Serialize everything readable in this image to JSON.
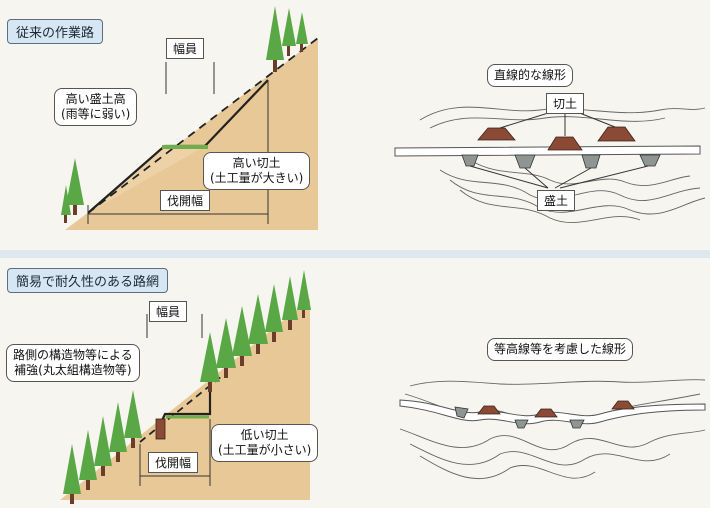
{
  "top": {
    "title": "従来の作業路",
    "width_label": "幅員",
    "fill_note_line1": "高い盛土高",
    "fill_note_line2": "(雨等に弱い)",
    "cut_note_line1": "高い切土",
    "cut_note_line2": "(土工量が大きい)",
    "clearing_label": "伐開幅",
    "plan_title": "直線的な線形",
    "cut_label": "切土",
    "fill_label": "盛土"
  },
  "bottom": {
    "title": "簡易で耐久性のある路網",
    "width_label": "幅員",
    "support_line1": "路側の構造物等による",
    "support_line2": "補強(丸太組構造物等)",
    "cut_note_line1": "低い切土",
    "cut_note_line2": "(土工量が小さい)",
    "clearing_label": "伐開幅",
    "plan_title": "等高線等を考慮した線形"
  },
  "colors": {
    "slope": "#e8c896",
    "cut_soil": "#8b4a36",
    "fill_soil": "#8f9593",
    "tree": "#5aa845",
    "trunk": "#6b3e2a",
    "tag_bg": "#d6e6f3"
  }
}
